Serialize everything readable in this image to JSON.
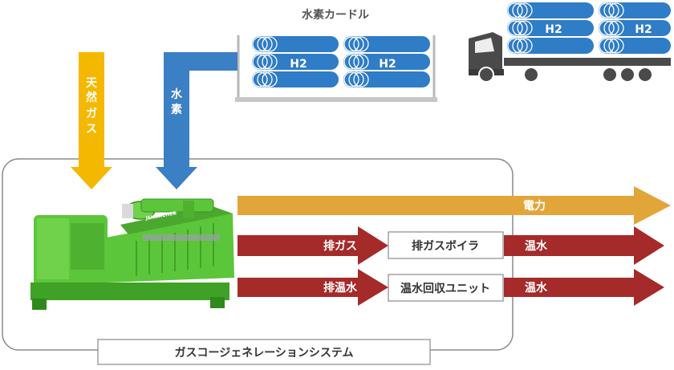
{
  "diagram": {
    "hydrogen_curdle_title": "水素カードル",
    "cylinder_label": "H2",
    "natural_gas_label": [
      "天",
      "然",
      "ガ",
      "ス"
    ],
    "hydrogen_label": [
      "水",
      "素"
    ],
    "electricity_label": "電力",
    "exhaust_gas_label": "排ガス",
    "exhaust_boiler_label": "排ガスボイラ",
    "hot_water_label_1": "温水",
    "exhaust_heat_label": "排温水",
    "hot_water_recovery_label": "温水回収ユニット",
    "hot_water_label_2": "温水",
    "system_label": "ガスコージェネレーションシステム",
    "engine_brand_text": "JENBACHER",
    "colors": {
      "natural_gas_arrow": "#f5b800",
      "hydrogen_arrow": "#3b7fc4",
      "electricity_arrow": "#e2a53a",
      "heat_arrow": "#a52a2a",
      "cylinder_blue": "#2f7cc7",
      "engine_green": "#5cc63a",
      "truck_gray": "#4a4a4a"
    }
  }
}
